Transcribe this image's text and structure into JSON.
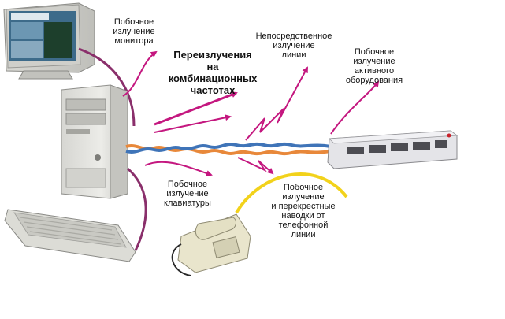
{
  "labels": {
    "monitor": [
      "Побочное",
      "излучение",
      "монитора"
    ],
    "combination": [
      "Переизлучения",
      "на",
      "комбинационных",
      "частотах"
    ],
    "direct_line": [
      "Непосредственное",
      "излучение",
      "линии"
    ],
    "active_equipment": [
      "Побочное",
      "излучение",
      "активного",
      "оборудования"
    ],
    "keyboard": [
      "Побочное",
      "излучение",
      "клавиатуры"
    ],
    "phone_line": [
      "Побочное",
      "излучение",
      "и перекрестные",
      "наводки от",
      "телефонной",
      "линии"
    ]
  },
  "colors": {
    "arrow": "#c4177f",
    "cable_orange": "#e8883a",
    "cable_blue": "#3f74b8",
    "phone_cord": "#f2d21b",
    "device_beige": "#e2e2dc",
    "device_gray": "#b8b8b4"
  }
}
